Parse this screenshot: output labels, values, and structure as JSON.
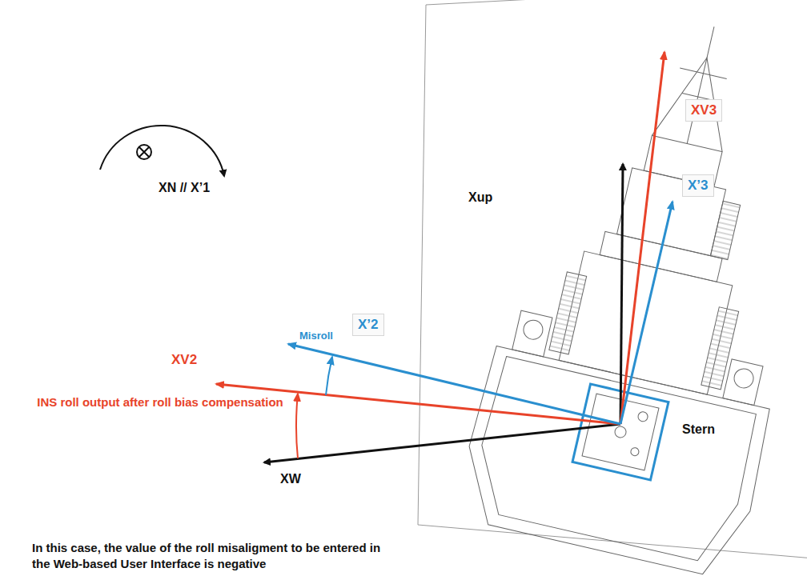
{
  "diagram": {
    "caption": "In this case, the value of the roll misaligment to be entered in the Web-based User Interface is negative",
    "nodes": [
      {
        "text": [
          "XV3"
        ]
      },
      {
        "text": [
          "X’3"
        ]
      },
      {
        "text": [
          "X’2"
        ]
      }
    ],
    "labels": [
      "XN // X’1",
      "Xup",
      "Misroll",
      "XV2",
      "INS roll output after roll bias compensation",
      "XW",
      "Stern"
    ]
  }
}
